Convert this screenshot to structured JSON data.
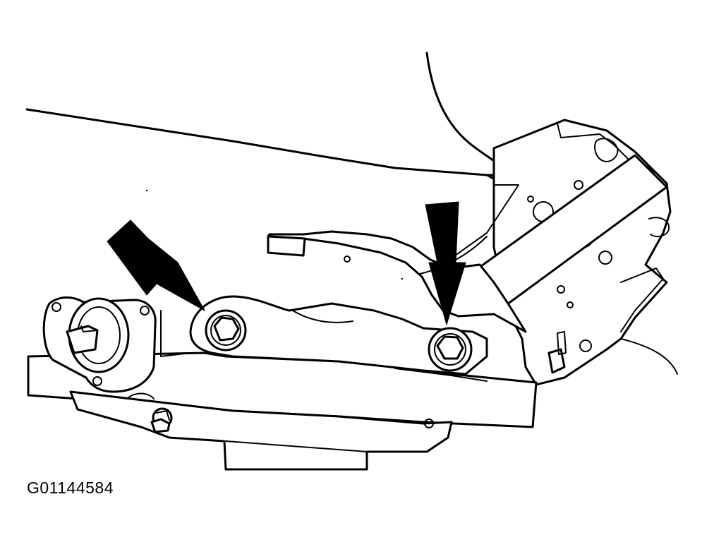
{
  "figure": {
    "id_label": "G01144584"
  },
  "colors": {
    "line": "#000000",
    "background": "#ffffff"
  },
  "callouts": {
    "count": 2,
    "marker": "arrow-pointing-at-bolt"
  }
}
